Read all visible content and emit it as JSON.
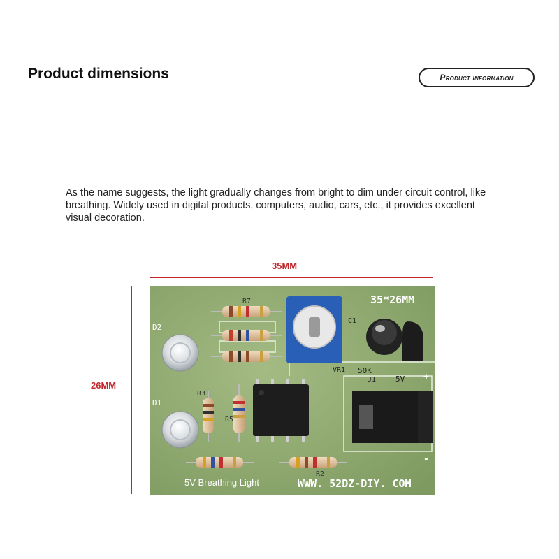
{
  "title": "Product dimensions",
  "badge": "Product information",
  "description": "As the name suggests, the light gradually changes from bright to dim under circuit control, like breathing. Widely used in digital products, computers, audio, cars, etc., it provides excellent visual decoration.",
  "dimensions": {
    "width": "35MM",
    "height": "26MM"
  },
  "board": {
    "size_label": "35*26MM",
    "name": "5V Breathing Light",
    "website": "WWW. 52DZ-DIY. COM",
    "labels": {
      "d2": "D2",
      "d1": "D1",
      "r7": "R7",
      "r3": "R3",
      "r5": "R5",
      "r2": "R2",
      "vr1": "VR1",
      "pot": "50K",
      "j1": "J1",
      "v5": "5V",
      "plus": "+",
      "minus": "-",
      "c1": "C1"
    }
  },
  "colors": {
    "accent": "#c0262b",
    "pcb": "#8fa86e",
    "text": "#111111"
  }
}
